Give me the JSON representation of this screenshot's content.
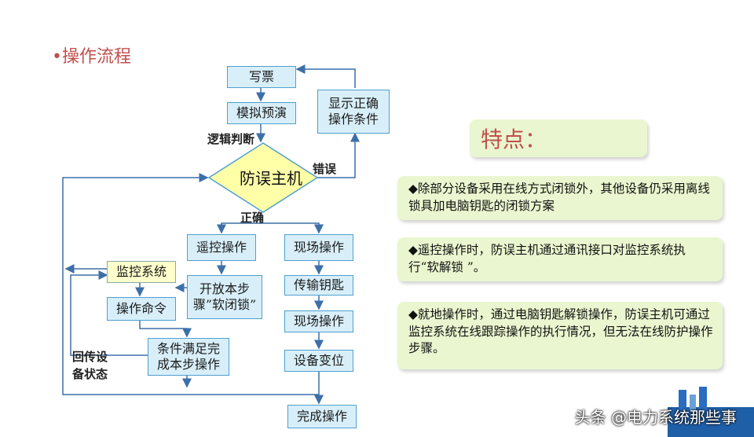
{
  "title": "•操作流程",
  "boxes": {
    "xiepiao": "写票",
    "moni": "模拟预演",
    "xianshi": "显示正确\n操作条件",
    "fangwu": "防误主机",
    "yaokong": "遥控操作",
    "xianchang1": "现场操作",
    "jiankong": "监控系统",
    "kaifang": "开放本步\n骤”软闭锁”",
    "chuanshu": "传输钥匙",
    "caozuo_ml": "操作命令",
    "xianchang2": "现场操作",
    "tiaojian": "条件满足完\n成本步操作",
    "shebei": "设备变位",
    "wancheng": "完成操作"
  },
  "labels": {
    "luoji": "逻辑判断",
    "cuowu": "错误",
    "zhengque": "正确",
    "huichuan": "回传设\n备状态"
  },
  "features": {
    "title": "特点：",
    "items": [
      "◆除部分设备采用在线方式闭锁外，其他设备仍采用离线锁具加电脑钥匙的闭锁方案",
      "◆遥控操作时，防误主机通过通讯接口对监控系统执行“软解锁 ”。",
      "◆就地操作时，通过电脑钥匙解锁操作，防误主机可通过监控系统在线跟踪操作的执行情况，但无法在线防护操作步骤。"
    ]
  },
  "watermark": "头条 @电力系统那些事",
  "colors": {
    "box_fill": "#d8eff9",
    "box_border": "#4f9fd0",
    "highlight": "#ffffcc",
    "feature_bg": "#eaf6cf",
    "accent_red": "#c0504d",
    "arrow": "#3d6fa8"
  }
}
